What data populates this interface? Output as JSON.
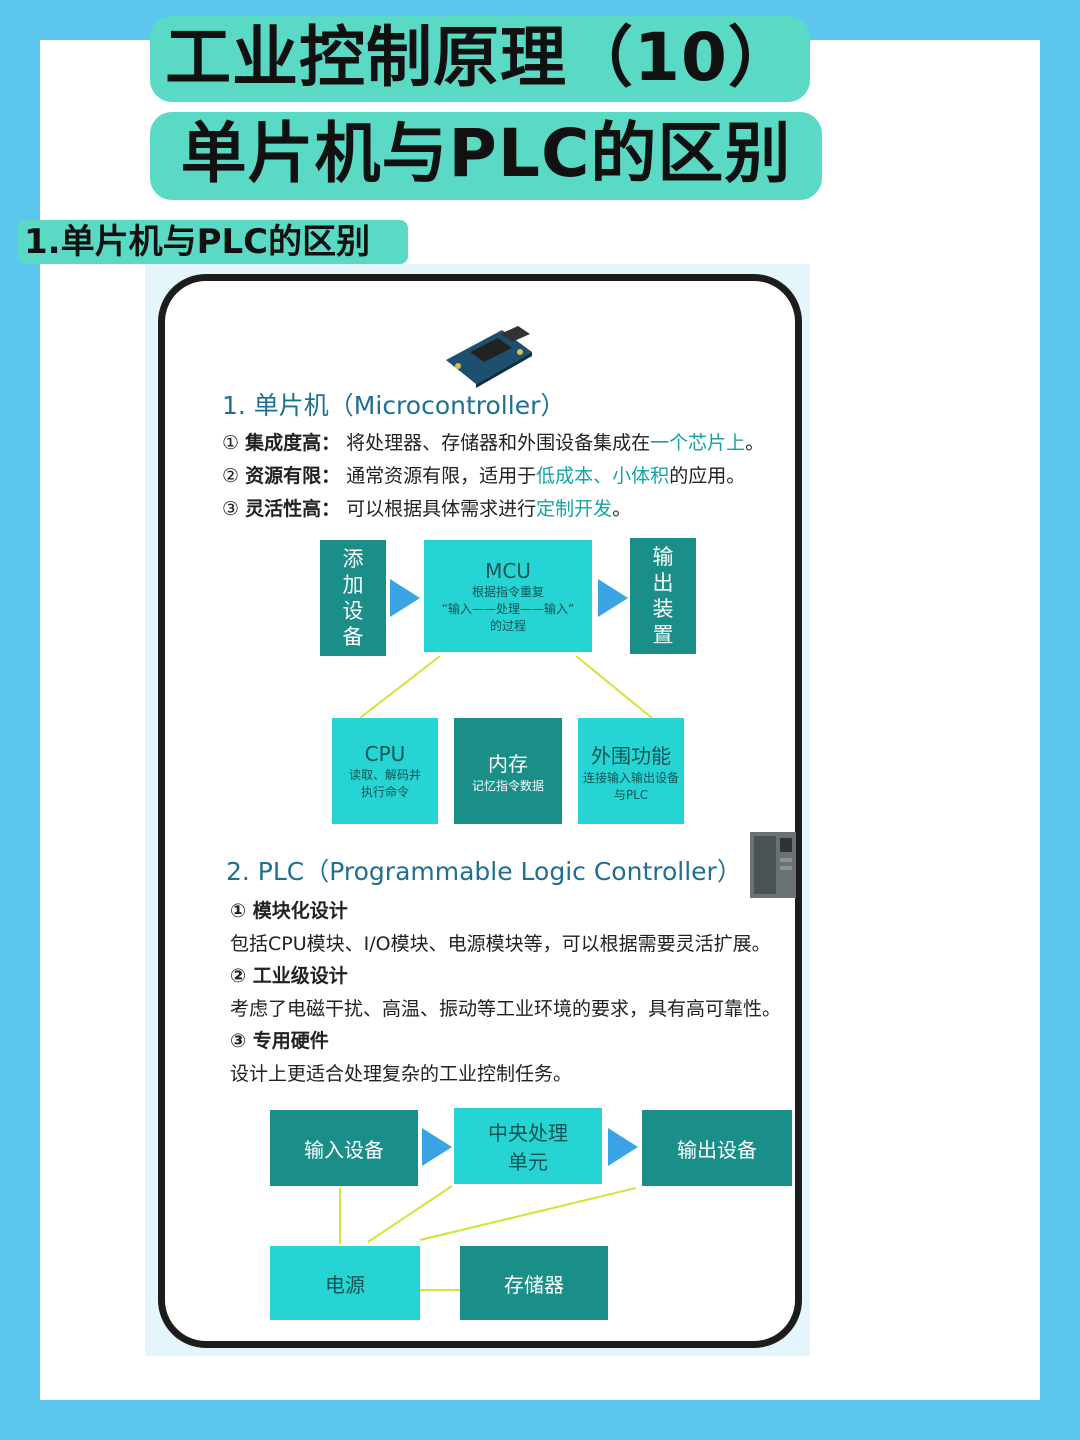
{
  "title": {
    "line1": "工业控制原理（10）",
    "line2": "单片机与PLC的区别"
  },
  "section_tag": "1.单片机与PLC的区别",
  "mcu": {
    "heading": "1. 单片机（Microcontroller）",
    "items": [
      {
        "num": "①",
        "label": "集成度高：",
        "pre": "将处理器、存储器和外围设备集成在",
        "highlight": "一个芯片上",
        "post": "。"
      },
      {
        "num": "②",
        "label": "资源有限：",
        "pre": "通常资源有限，适用于",
        "highlight": "低成本、小体积",
        "post": "的应用。"
      },
      {
        "num": "③",
        "label": "灵活性高：",
        "pre": "可以根据具体需求进行",
        "highlight": "定制开发",
        "post": "。"
      }
    ],
    "diagram": {
      "input": "添加设备",
      "center_title": "MCU",
      "center_sub1": "根据指令重复",
      "center_sub2": "“输入——处理——输入”",
      "center_sub3": "的过程",
      "output": "输出装置",
      "cpu_title": "CPU",
      "cpu_sub": "读取、解码并执行命令",
      "mem_title": "内存",
      "mem_sub": "记忆指令数据",
      "periph_title": "外围功能",
      "periph_sub": "连接输入输出设备与PLC"
    }
  },
  "plc": {
    "heading": "2. PLC（Programmable Logic Controller）",
    "items": [
      {
        "title": "① 模块化设计",
        "desc": "包括CPU模块、I/O模块、电源模块等，可以根据需要灵活扩展。"
      },
      {
        "title": "② 工业级设计",
        "desc": "考虑了电磁干扰、高温、振动等工业环境的要求，具有高可靠性。"
      },
      {
        "title": "③ 专用硬件",
        "desc": "设计上更适合处理复杂的工业控制任务。"
      }
    ],
    "diagram": {
      "input": "输入设备",
      "cpu": "中央处理单元",
      "output": "输出设备",
      "power": "电源",
      "storage": "存储器"
    }
  },
  "colors": {
    "background": "#5cc6ee",
    "title_bg": "#5ad9c4",
    "dark_box": "#1a8f8a",
    "light_box": "#27d4d4",
    "arrow": "#3aa3e3",
    "highlight_text": "#17a3a3"
  }
}
